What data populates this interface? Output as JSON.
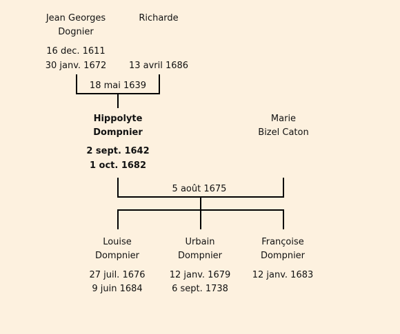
{
  "gen1": {
    "father": {
      "name1": "Jean Georges",
      "name2": "Dognier",
      "birth": "16 dec. 1611",
      "death": "30 janv. 1672"
    },
    "mother": {
      "name1": "Richarde",
      "death": "13 avril 1686"
    },
    "marriage": "18 mai 1639"
  },
  "gen2": {
    "main": {
      "name1": "Hippolyte",
      "name2": "Dompnier",
      "birth": "2 sept. 1642",
      "death": "1 oct. 1682"
    },
    "spouse": {
      "name1": "Marie",
      "name2": "Bizel Caton"
    },
    "marriage": "5 août 1675"
  },
  "children": [
    {
      "name1": "Louise",
      "name2": "Dompnier",
      "birth": "27 juil. 1676",
      "death": "9 juin 1684"
    },
    {
      "name1": "Urbain",
      "name2": "Dompnier",
      "birth": "12 janv. 1679",
      "death": "6 sept. 1738"
    },
    {
      "name1": "Françoise",
      "name2": "Dompnier",
      "birth": "12 janv. 1683"
    }
  ]
}
